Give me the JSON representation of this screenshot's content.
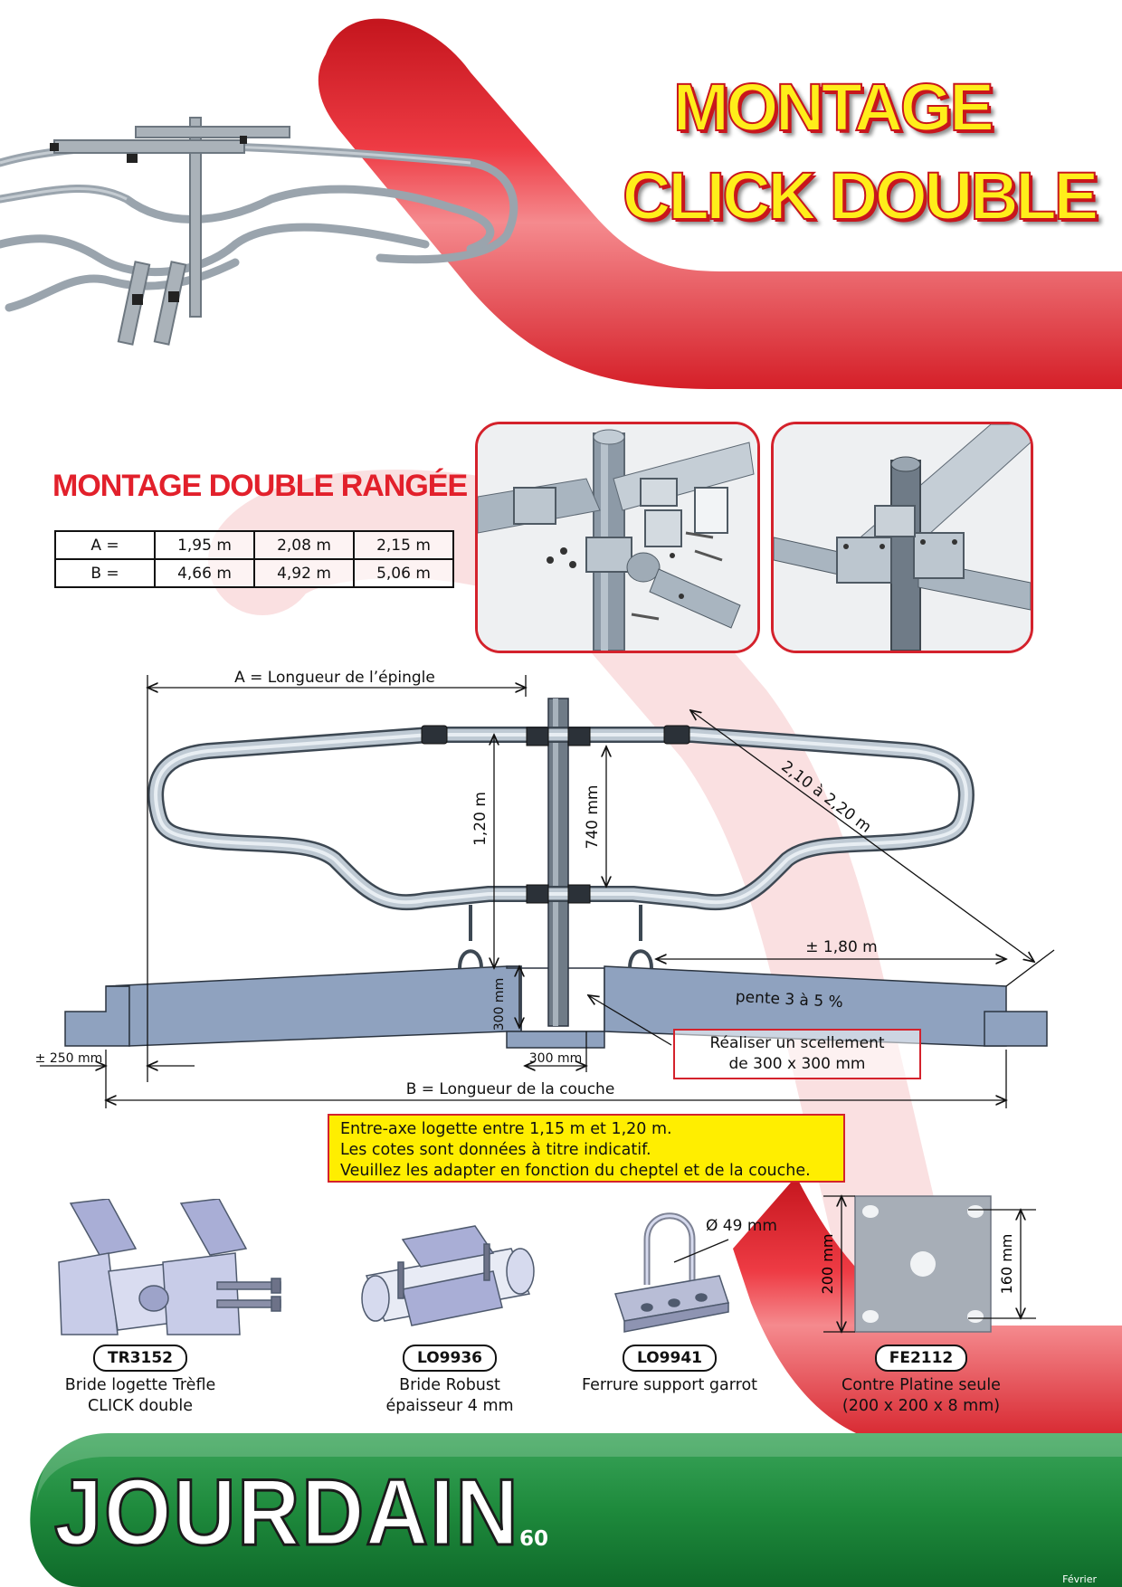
{
  "header": {
    "title_line1": "MONTAGE",
    "title_line2": "CLICK DOUBLE"
  },
  "section": {
    "title": "MONTAGE DOUBLE RANGÉE"
  },
  "dimensions_table": {
    "rows": [
      {
        "label": "A =",
        "values": [
          "1,95 m",
          "2,08 m",
          "2,15 m"
        ]
      },
      {
        "label": "B =",
        "values": [
          "4,66 m",
          "4,92 m",
          "5,06 m"
        ]
      }
    ]
  },
  "diagram": {
    "label_a": "A = Longueur de l’épingle",
    "label_b": "B = Longueur de la couche",
    "height_120": "1,20 m",
    "height_740": "740 mm",
    "diag_length": "2,10 à 2,20 m",
    "length_180": "± 1,80 m",
    "slope": "pente 3 à 5 %",
    "depth_300": "300 mm",
    "width_300": "300 mm",
    "offset_250": "± 250 mm",
    "sealing_line1": "Réaliser un scellement",
    "sealing_line2": "de 300 x 300 mm"
  },
  "note": {
    "line1": "Entre-axe logette entre 1,15 m et 1,20 m.",
    "line2": "Les cotes sont données à titre indicatif.",
    "line3": "Veuillez les adapter en fonction du cheptel et de la couche."
  },
  "products": [
    {
      "code": "TR3152",
      "desc_line1": "Bride logette Trèfle",
      "desc_line2": "CLICK double"
    },
    {
      "code": "LO9936",
      "desc_line1": "Bride Robust",
      "desc_line2": "épaisseur 4 mm"
    },
    {
      "code": "LO9941",
      "desc_line1": "Ferrure support garrot",
      "desc_line2": ""
    },
    {
      "code": "FE2112",
      "desc_line1": "Contre Platine seule",
      "desc_line2": "(200 x 200 x 8 mm)"
    }
  ],
  "product_dims": {
    "diameter": "Ø 49 mm",
    "plate_outer": "200 mm",
    "plate_inner": "160 mm"
  },
  "footer": {
    "brand": "JOURDAIN",
    "page_number": "60",
    "month": "Février"
  },
  "colors": {
    "brand_red": "#d4222c",
    "title_yellow": "#ffee1a",
    "note_yellow": "#ffee00",
    "footer_green": "#1e8a3c"
  }
}
